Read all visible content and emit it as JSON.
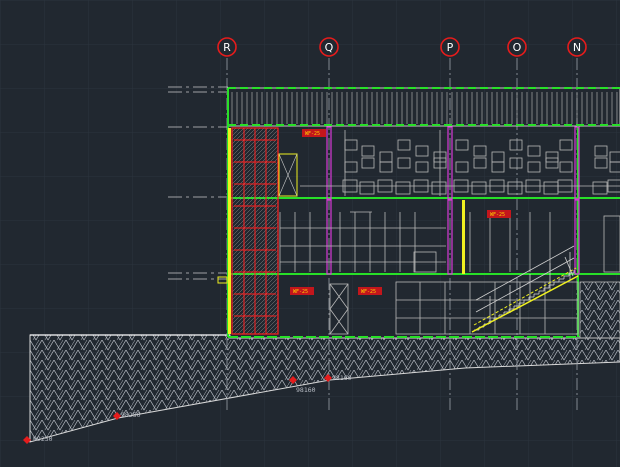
{
  "viewport": {
    "background": "#212830",
    "grid_color": "#2c343e"
  },
  "colors": {
    "frame": "#c9c9c9",
    "slab": "#28e028",
    "red": "#ff2020",
    "magenta": "#d83ad8",
    "yellow": "#f0f020",
    "axis_dash": "#9aa0a8",
    "grid_bubble": "#e51c1c",
    "hatch": "#b9bec6"
  },
  "grid_axes": [
    {
      "id": "R",
      "label": "R"
    },
    {
      "id": "Q",
      "label": "Q"
    },
    {
      "id": "P",
      "label": "P"
    },
    {
      "id": "O",
      "label": "O"
    },
    {
      "id": "N",
      "label": "N"
    }
  ],
  "wall_tags": [
    {
      "id": "tag1",
      "text": "WF-25"
    },
    {
      "id": "tag2",
      "text": "WF-25"
    },
    {
      "id": "tag3",
      "text": "WF-25"
    },
    {
      "id": "tag4",
      "text": "WF-25"
    }
  ],
  "elevation_marks": [
    {
      "id": "e1",
      "text": "99250"
    },
    {
      "id": "e2",
      "text": "98250"
    },
    {
      "id": "e3",
      "text": "98160"
    },
    {
      "id": "e4",
      "text": "98160"
    }
  ]
}
